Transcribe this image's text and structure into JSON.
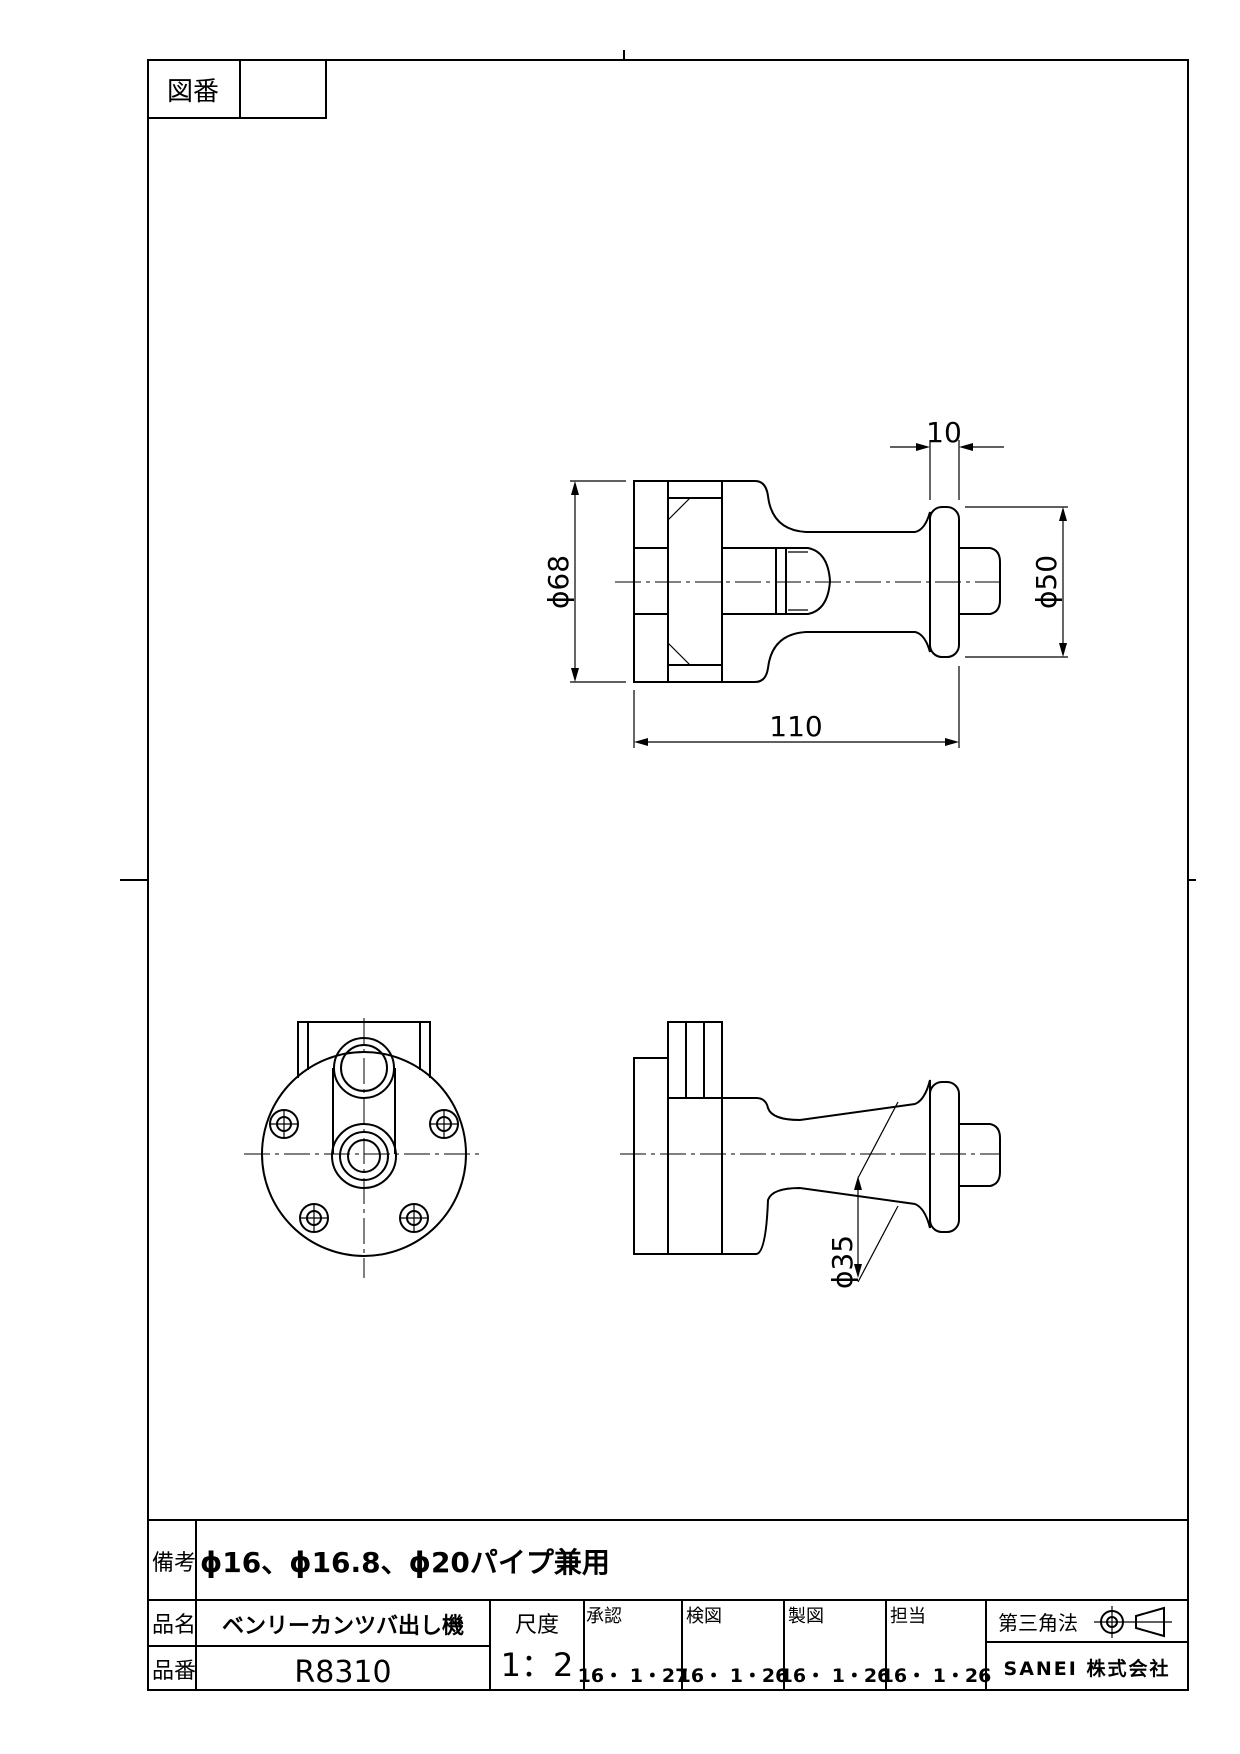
{
  "drawing_number_label": "図番",
  "drawing_number_value": "",
  "dimensions": {
    "overall_length": "110",
    "flange_thickness": "10",
    "body_diameter": "ϕ68",
    "flange_diameter": "ϕ50",
    "neck_diameter": "ϕ35"
  },
  "title_block": {
    "remarks_label": "備考",
    "remarks_value": "ϕ16、ϕ16.8、ϕ20パイプ兼用",
    "name_label": "品名",
    "name_value": "ベンリーカンツバ出し機",
    "number_label": "品番",
    "number_value": "R8310",
    "scale_label": "尺度",
    "scale_value": "1：2",
    "approved_label": "承認",
    "approved_date": "16・ 1・27",
    "checked_label": "検図",
    "checked_date": "16・ 1・26",
    "drawn_label": "製図",
    "drawn_date": "16・ 1・26",
    "charge_label": "担当",
    "charge_date": "16・ 1・26",
    "projection_label": "第三角法",
    "company": "SANEI 株式会社"
  }
}
